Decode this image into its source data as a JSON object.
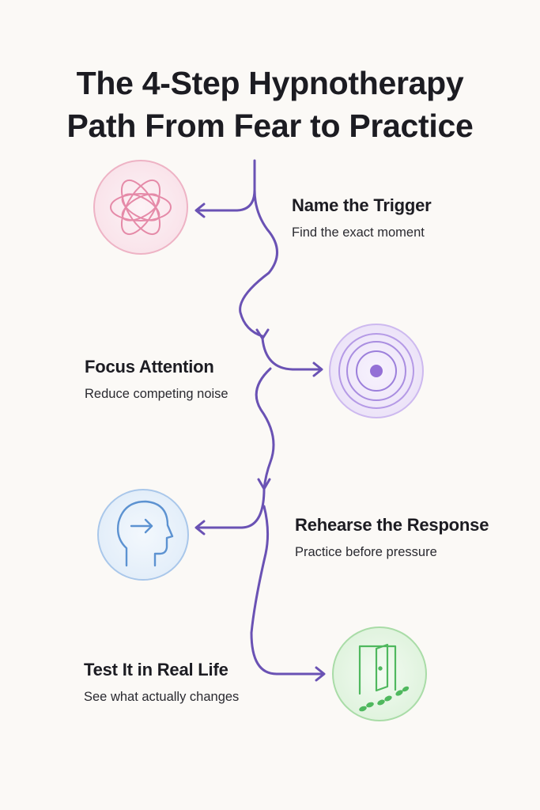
{
  "title": {
    "line1": "The 4-Step Hypnotherapy",
    "line2": "Path From Fear to Practice"
  },
  "steps": [
    {
      "title": "Name the Trigger",
      "desc": "Find the exact moment",
      "icon": "knot-icon",
      "color": "#e58aa8"
    },
    {
      "title": "Focus Attention",
      "desc": "Reduce competing noise",
      "icon": "target-icon",
      "color": "#a98de0"
    },
    {
      "title": "Rehearse the Response",
      "desc": "Practice before pressure",
      "icon": "head-arrow-icon",
      "color": "#6f9fd6"
    },
    {
      "title": "Test It in Real Life",
      "desc": "See what actually changes",
      "icon": "door-footsteps-icon",
      "color": "#5cc46c"
    }
  ],
  "path_color": "#6a52b4"
}
